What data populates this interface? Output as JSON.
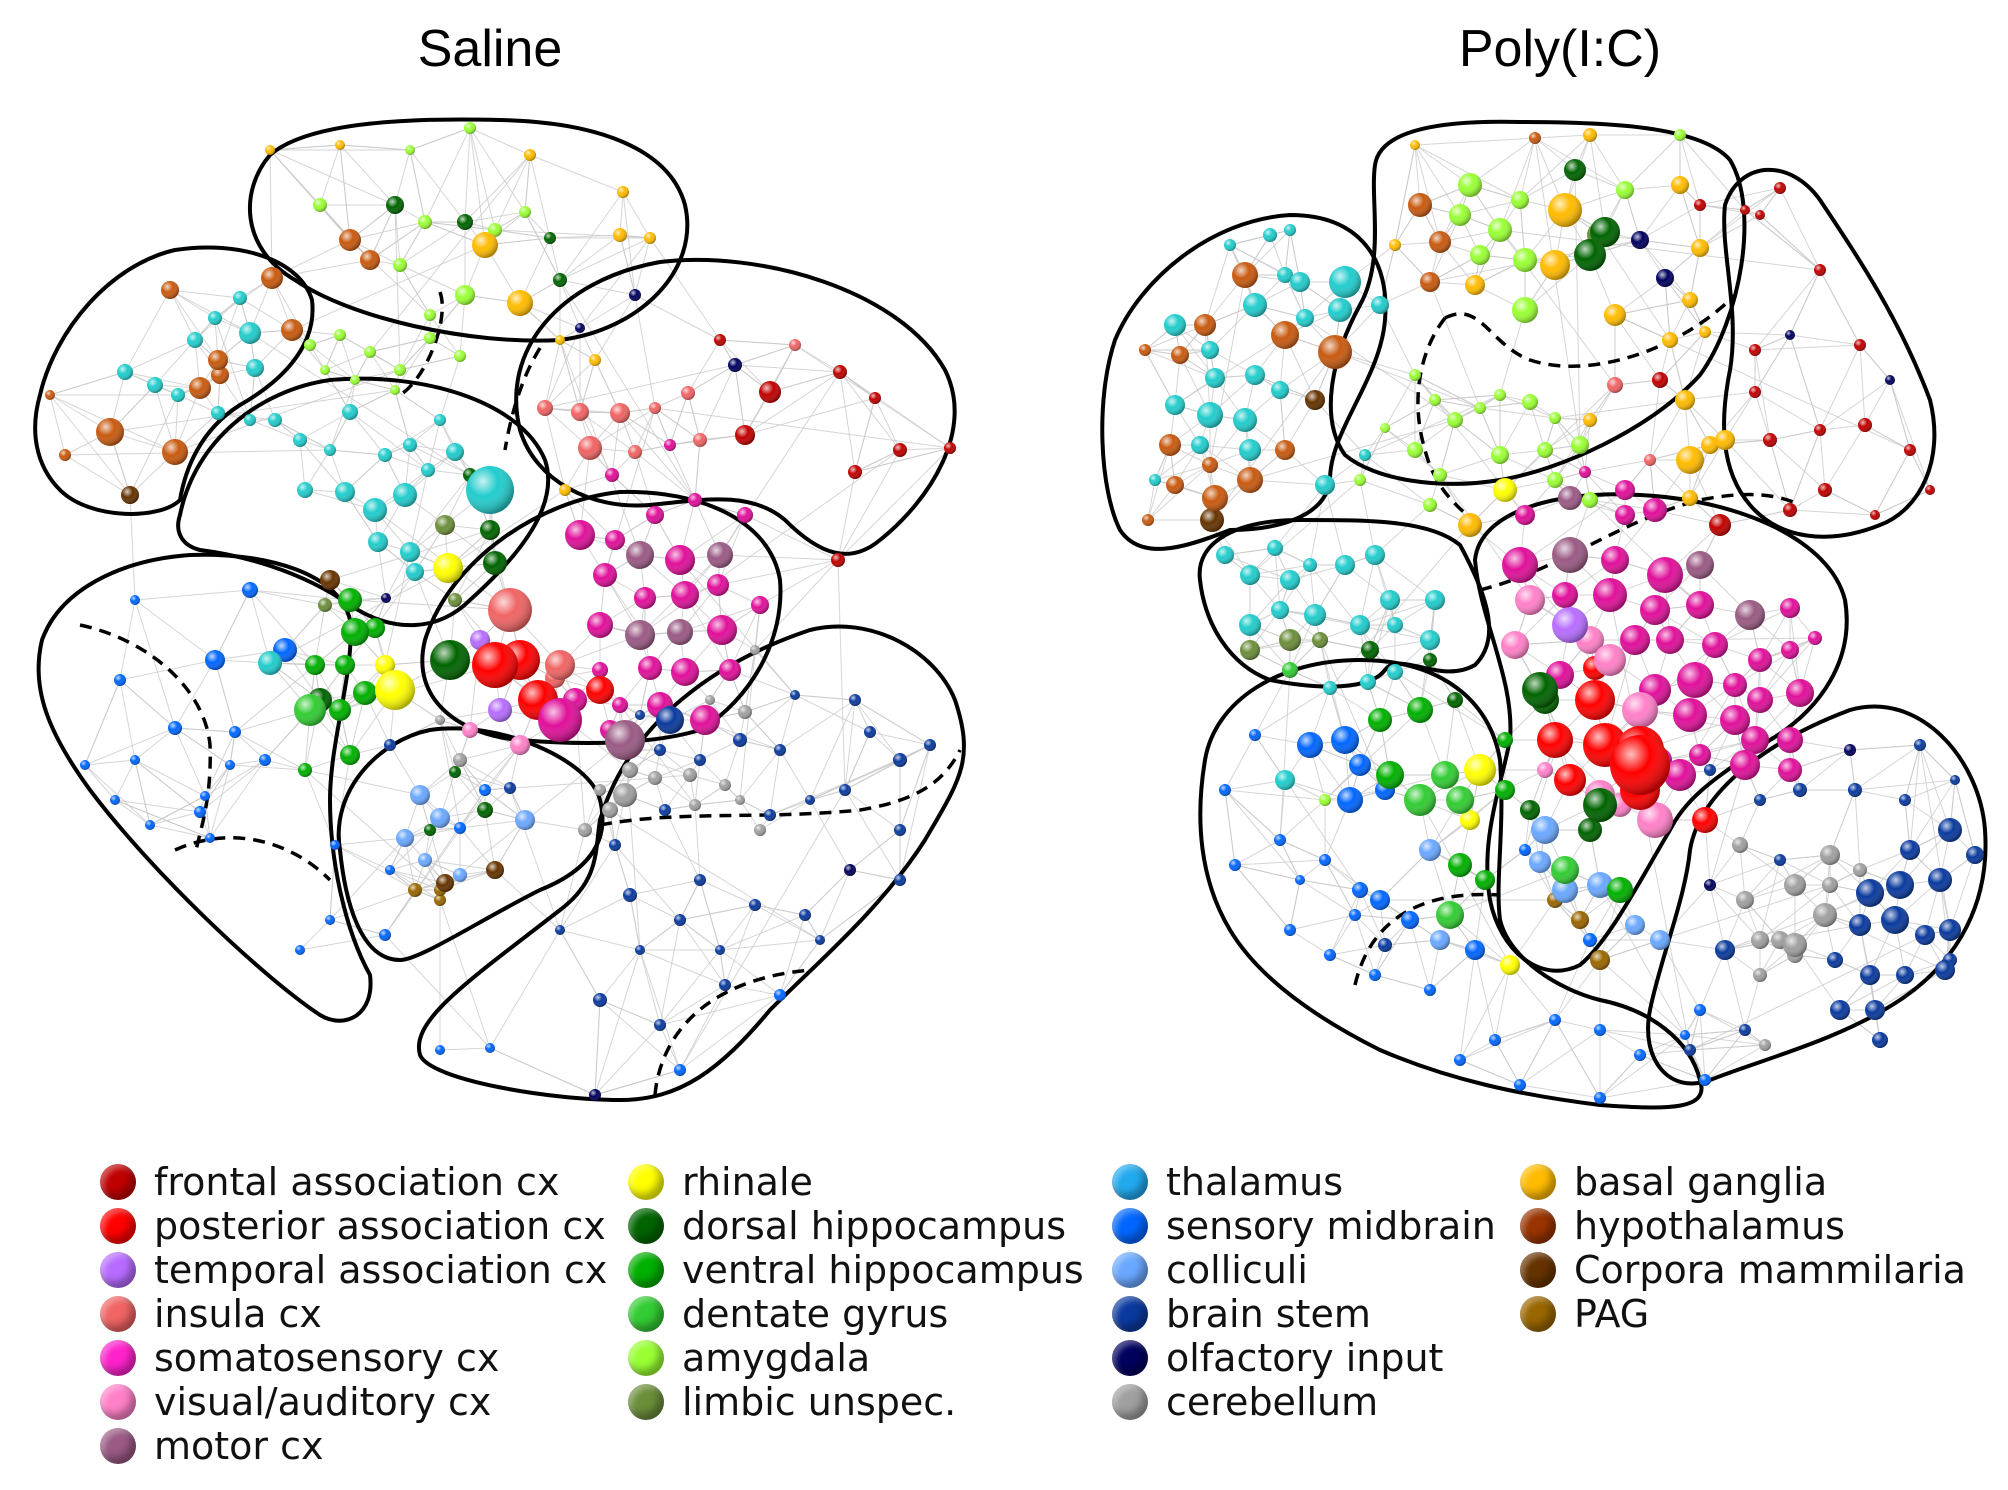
{
  "panels": [
    {
      "title": "Saline"
    },
    {
      "title": "Poly(I:C)"
    }
  ],
  "legend": {
    "columns": [
      [
        {
          "label": "frontal association cx",
          "color": "#c00000"
        },
        {
          "label": "posterior association cx",
          "color": "#ff0000"
        },
        {
          "label": "temporal association cx",
          "color": "#b76cff"
        },
        {
          "label": "insula cx",
          "color": "#f06464"
        },
        {
          "label": "somatosensory cx",
          "color": "#ff22cc"
        },
        {
          "label": "visual/auditory cx",
          "color": "#ff80c8"
        },
        {
          "label": "motor cx",
          "color": "#9a5a84"
        }
      ],
      [
        {
          "label": "rhinale",
          "color": "#ffff00"
        },
        {
          "label": "dorsal hippocampus",
          "color": "#006400"
        },
        {
          "label": "ventral hippocampus",
          "color": "#00b000"
        },
        {
          "label": "dentate gyrus",
          "color": "#33cc33"
        },
        {
          "label": "amygdala",
          "color": "#99ff33"
        },
        {
          "label": "limbic unspec.",
          "color": "#6b8e3a"
        }
      ],
      [
        {
          "label": "thalamus",
          "color": "#22aaee"
        },
        {
          "label": "sensory midbrain",
          "color": "#0066ff"
        },
        {
          "label": "colliculi",
          "color": "#6aa8ff"
        },
        {
          "label": "brain stem",
          "color": "#0a3a9e"
        },
        {
          "label": "olfactory input",
          "color": "#00005e"
        },
        {
          "label": "cerebellum",
          "color": "#a0a0a0"
        }
      ],
      [
        {
          "label": "basal ganglia",
          "color": "#ffbb00"
        },
        {
          "label": "hypothalamus",
          "color": "#993300"
        },
        {
          "label": "Corpora mammilaria",
          "color": "#663300"
        },
        {
          "label": "PAG",
          "color": "#996600"
        }
      ]
    ]
  },
  "colors": {
    "frontal": "#c00000",
    "posterior": "#ff0000",
    "temporal": "#b76cff",
    "insula": "#f06464",
    "somato": "#e0109a",
    "visual": "#ff80c8",
    "motor": "#9a5a84",
    "rhinale": "#ffff00",
    "dhipp": "#006400",
    "vhipp": "#00b000",
    "dentate": "#33cc33",
    "amygdala": "#99ff33",
    "limbic": "#6b8e3a",
    "thalamus": "#22cccc",
    "sensmid": "#0066ff",
    "colliculi": "#6aa8ff",
    "brainstem": "#0a3a9e",
    "olfactory": "#00005e",
    "cerebellum": "#a0a0a0",
    "basal": "#ffbb00",
    "hypo": "#c85a10",
    "mammil": "#663300",
    "pag": "#996600",
    "edge": "#c8c8c8",
    "outline": "#000000"
  }
}
